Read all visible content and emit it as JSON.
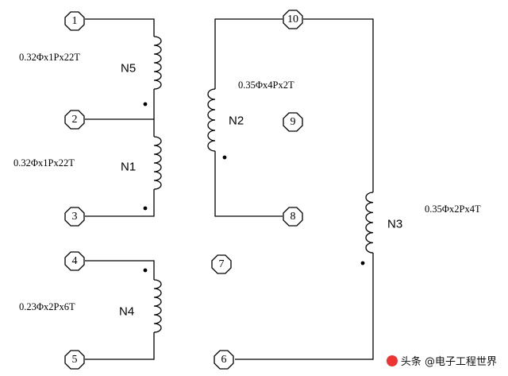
{
  "diagram": {
    "pins": {
      "p1": "1",
      "p2": "2",
      "p3": "3",
      "p4": "4",
      "p5": "5",
      "p6": "6",
      "p7": "7",
      "p8": "8",
      "p9": "9",
      "p10": "10"
    },
    "windings": {
      "n1": "N1",
      "n2": "N2",
      "n3": "N3",
      "n4": "N4",
      "n5": "N5"
    },
    "specs": {
      "n5": "0.32Φx1Px22T",
      "n1": "0.32Φx1Px22T",
      "n4": "0.23Φx2Px6T",
      "n2": "0.35Φx4Px2T",
      "n3": "0.35Φx2Px4T"
    }
  },
  "watermark": {
    "text": "头条 @电子工程世界"
  }
}
